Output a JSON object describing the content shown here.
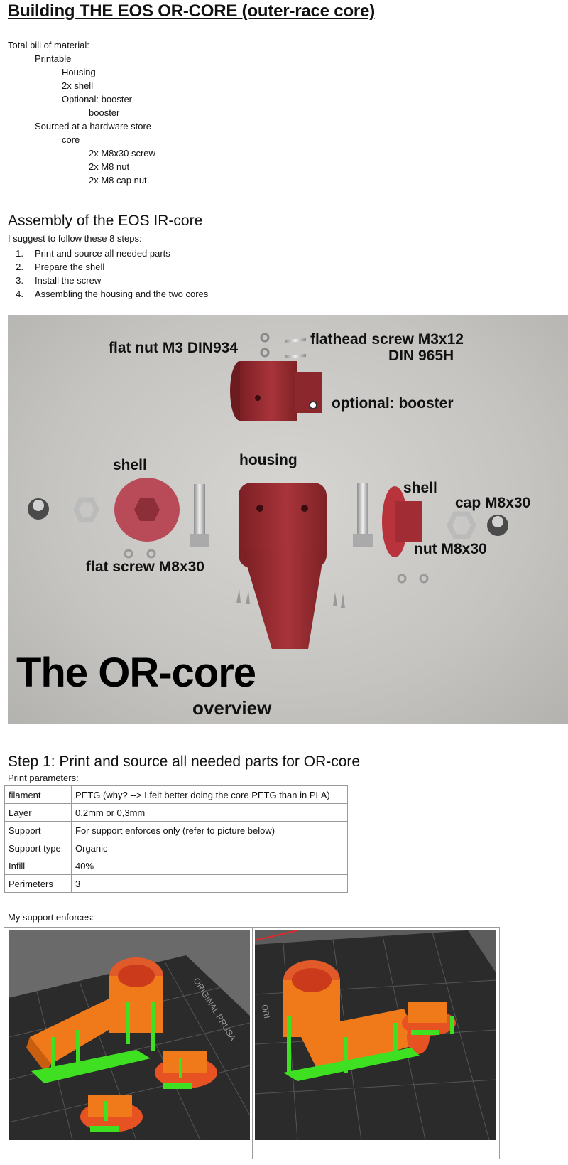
{
  "title": "Building THE EOS OR-CORE (outer-race core)",
  "bom": [
    {
      "level": 0,
      "text": "Total bill of material:"
    },
    {
      "level": 1,
      "text": "Printable"
    },
    {
      "level": 2,
      "text": "Housing"
    },
    {
      "level": 2,
      "text": "2x shell"
    },
    {
      "level": 2,
      "text": "Optional: booster"
    },
    {
      "level": 3,
      "text": "booster"
    },
    {
      "level": 1,
      "text": "Sourced at a hardware store"
    },
    {
      "level": 2,
      "text": "core"
    },
    {
      "level": 3,
      "text": "2x M8x30 screw"
    },
    {
      "level": 3,
      "text": "2x M8 nut"
    },
    {
      "level": 3,
      "text": "2x M8 cap nut"
    }
  ],
  "assembly": {
    "heading": "Assembly of the EOS IR-core",
    "lead": "I suggest to follow these 8 steps:",
    "steps": [
      "Print and source all needed parts",
      "Prepare the shell",
      "Install the screw",
      "Assembling the housing and the two cores"
    ]
  },
  "photo": {
    "labels": {
      "flat_nut": "flat nut M3 DIN934",
      "flathead_screw_1": "flathead screw M3x12",
      "flathead_screw_2": "DIN 965H",
      "booster": "optional: booster",
      "shell_left": "shell",
      "housing": "housing",
      "shell_right": "shell",
      "cap": "cap M8x30",
      "nut": "nut M8x30",
      "flat_screw": "flat screw M8x30"
    },
    "caption_main": "The OR-core",
    "caption_sub": "overview",
    "part_color": "#9b2a30"
  },
  "step1": {
    "heading": "Step 1: Print and source all needed parts for OR-core",
    "lead": "Print parameters:",
    "params": [
      {
        "key": "filament",
        "value": "PETG (why? --> I felt better doing the core PETG than in PLA)"
      },
      {
        "key": "Layer",
        "value": "0,2mm or 0,3mm"
      },
      {
        "key": "Support",
        "value": "For support enforces only (refer to picture below)"
      },
      {
        "key": "Support type",
        "value": "Organic"
      },
      {
        "key": "Infill",
        "value": "40%"
      },
      {
        "key": "Perimeters",
        "value": "3"
      }
    ],
    "support_caption": "My support enforces:",
    "bed_text_left": "ORIGINAL PRUSA",
    "bed_text_right": "ORI",
    "part_color": "#f07a1a",
    "support_color": "#3ee021"
  }
}
